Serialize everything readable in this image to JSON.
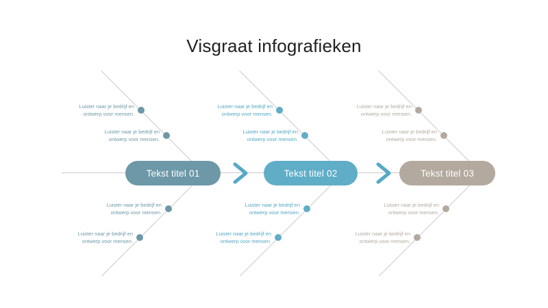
{
  "title": "Visgraat infografieken",
  "colors": {
    "background": "#ffffff",
    "title_text": "#1f1f1f",
    "line": "#c9c9c9",
    "arrow": "#55a9c6",
    "pill_text": "#ffffff"
  },
  "icons": {
    "between_sections": "chevron-right"
  },
  "sections": [
    {
      "title": "Tekst titel 01",
      "color": "#6d98a7",
      "text_color": "#6d98a7",
      "labels": [
        {
          "line1": "Luister naar je bedrijf en",
          "line2": "ontwerp voor mensen."
        },
        {
          "line1": "Luister naar je bedrijf en",
          "line2": "ontwerp voor mensen."
        },
        {
          "line1": "Luister naar je bedrijf en",
          "line2": "ontwerp voor mensen."
        },
        {
          "line1": "Luister naar je bedrijf en",
          "line2": "ontwerp voor mensen."
        }
      ]
    },
    {
      "title": "Tekst titel 02",
      "color": "#5fadc7",
      "text_color": "#52a7c4",
      "labels": [
        {
          "line1": "Luister naar je bedrijf en",
          "line2": "ontwerp voor mensen."
        },
        {
          "line1": "Luister naar je bedrijf en",
          "line2": "ontwerp voor mensen."
        },
        {
          "line1": "Luister naar je bedrijf en",
          "line2": "ontwerp voor mensen."
        },
        {
          "line1": "Luister naar je bedrijf en",
          "line2": "ontwerp voor mensen."
        }
      ]
    },
    {
      "title": "Tekst titel 03",
      "color": "#b3a99e",
      "text_color": "#b3a99e",
      "labels": [
        {
          "line1": "Luister naar je bedrijf en",
          "line2": "ontwerp voor mensen."
        },
        {
          "line1": "Luister naar je bedrijf en",
          "line2": "ontwerp voor mensen."
        },
        {
          "line1": "Luister naar je bedrijf en",
          "line2": "ontwerp voor mensen."
        },
        {
          "line1": "Luister naar je bedrijf en",
          "line2": "ontwerp voor mensen."
        }
      ]
    }
  ]
}
